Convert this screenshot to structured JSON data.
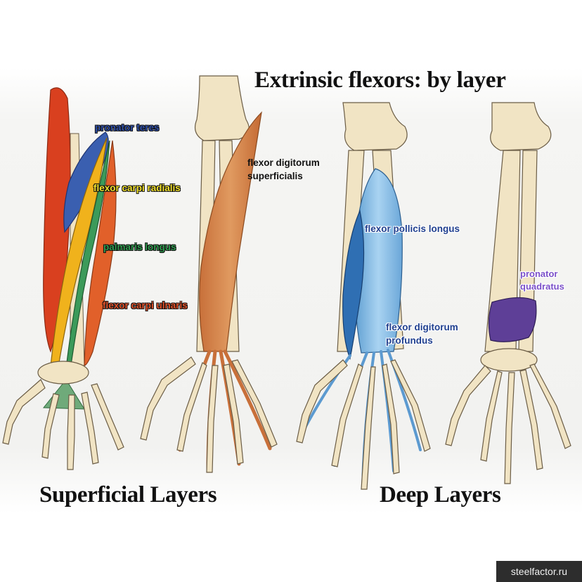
{
  "title": "Extrinsic flexors: by layer",
  "sections": {
    "superficial": "Superficial Layers",
    "deep": "Deep Layers"
  },
  "labels": {
    "pronator_teres": "pronator teres",
    "flexor_carpi_radialis": "flexor carpi radialis",
    "palmaris_longus": "palmaris longus",
    "flexor_carpi_ulnaris": "flexor carpi ulnaris",
    "flexor_digitorum_superficialis": [
      "flexor digitorum",
      "superficialis"
    ],
    "flexor_pollicis_longus": "flexor pollicis longus",
    "flexor_digitorum_profundus": [
      "flexor digitorum",
      "profundus"
    ],
    "pronator_quadratus": [
      "pronator",
      "quadratus"
    ]
  },
  "watermark": "steelfactor.ru",
  "colors": {
    "bone": "#f1e4c4",
    "bone_outline": "#6b5d46",
    "pronator_teres": "#3a5fb0",
    "flexor_carpi_radialis": "#f0b21c",
    "palmaris_longus": "#3c9a5a",
    "flexor_carpi_ulnaris": "#e1602a",
    "brachioradialis_red": "#d9401f",
    "flexor_digitorum_superficialis": "#d9874c",
    "flexor_pollicis_longus": "#2f6fb3",
    "flexor_digitorum_profundus": "#7fb8e2",
    "pronator_quadratus": "#5e3f97"
  }
}
